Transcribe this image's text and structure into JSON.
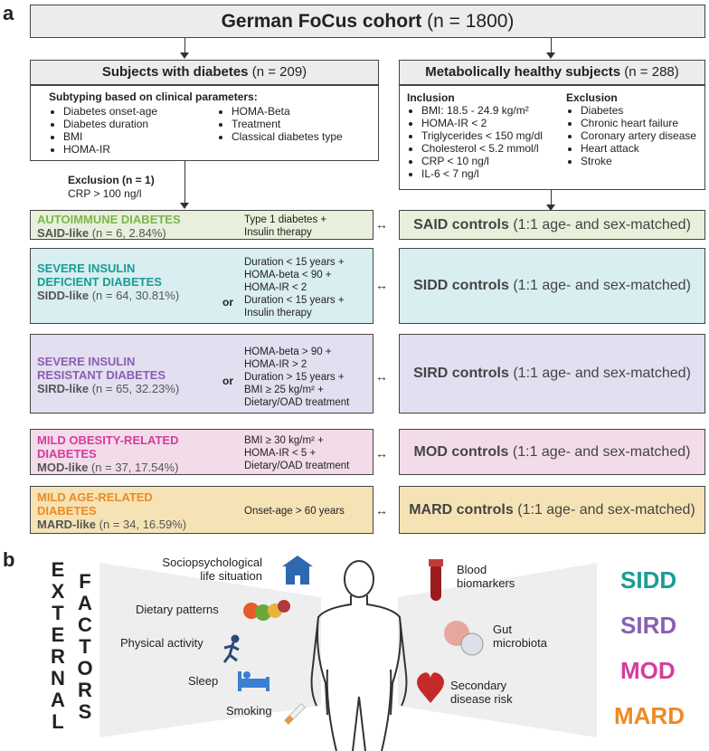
{
  "panel_a": "a",
  "panel_b": "b",
  "cohort": {
    "name": "German FoCus cohort",
    "n": "(n = 1800)"
  },
  "diabetes": {
    "title": "Subjects with diabetes",
    "n": "(n = 209)",
    "subtyping_label": "Subtyping based on clinical parameters:",
    "params_left": [
      "Diabetes onset-age",
      "Diabetes duration",
      "BMI",
      "HOMA-IR"
    ],
    "params_right": [
      "HOMA-Beta",
      "Treatment",
      "Classical diabetes type"
    ]
  },
  "healthy": {
    "title": "Metabolically healthy subjects",
    "n": "(n = 288)",
    "inclusion_label": "Inclusion",
    "inclusion": [
      "BMI: 18.5 - 24.9 kg/m²",
      "HOMA-IR < 2",
      "Triglycerides < 150 mg/dl",
      "Cholesterol < 5.2 mmol/l",
      "CRP < 10 ng/l",
      "IL-6 < 7 ng/l"
    ],
    "exclusion_label": "Exclusion",
    "exclusion": [
      "Diabetes",
      "Chronic heart failure",
      "Coronary artery disease",
      "Heart attack",
      "Stroke"
    ]
  },
  "exclusion_note": {
    "title": "Exclusion (n = 1)",
    "text": "CRP > 100 ng/l"
  },
  "or_label": "or",
  "clusters": [
    {
      "name": "AUTOIMMUNE DIABETES",
      "like": "SAID-like",
      "n": "(n = 6, 2.84%)",
      "color": "#7ab648",
      "bg": "#e8f0dc",
      "criteria": [
        "Type 1 diabetes +",
        "Insulin therapy"
      ],
      "control": "SAID controls",
      "control_sub": "(1:1 age- and sex-matched)"
    },
    {
      "name": "SEVERE INSULIN DEFICIENT DIABETES",
      "like": "SIDD-like",
      "n": "(n = 64, 30.81%)",
      "color": "#1a9c94",
      "bg": "#d9eef0",
      "criteria_a": [
        "Duration < 15 years +",
        "HOMA-beta < 90 +",
        "HOMA-IR < 2"
      ],
      "criteria_b": [
        "Duration < 15 years +",
        "Insulin therapy"
      ],
      "control": "SIDD controls",
      "control_sub": "(1:1 age- and sex-matched)"
    },
    {
      "name": "SEVERE INSULIN RESISTANT DIABETES",
      "like": "SIRD-like",
      "n": "(n = 65, 32.23%)",
      "color": "#8a5fb5",
      "bg": "#e3def0",
      "criteria_a": [
        "HOMA-beta > 90 +",
        "HOMA-IR > 2"
      ],
      "criteria_b": [
        "Duration > 15 years +",
        "BMI ≥ 25 kg/m² +",
        "Dietary/OAD treatment"
      ],
      "control": "SIRD controls",
      "control_sub": "(1:1 age- and sex-matched)"
    },
    {
      "name": "MILD OBESITY-RELATED DIABETES",
      "like": "MOD-like",
      "n": "(n = 37, 17.54%)",
      "color": "#d63c9c",
      "bg": "#f2dcea",
      "criteria": [
        "BMI ≥ 30 kg/m² +",
        "HOMA-IR < 5 +",
        "Dietary/OAD treatment"
      ],
      "control": "MOD controls",
      "control_sub": "(1:1 age- and sex-matched)"
    },
    {
      "name": "MILD AGE-RELATED DIABETES",
      "like": "MARD-like",
      "n": "(n = 34, 16.59%)",
      "color": "#ee8a24",
      "bg": "#f5e3b5",
      "criteria": [
        "Onset-age > 60 years"
      ],
      "control": "MARD controls",
      "control_sub": "(1:1 age- and sex-matched)"
    }
  ],
  "external_factors_letters": {
    "col1": [
      "E",
      "X",
      "T",
      "E",
      "R",
      "N",
      "A",
      "L"
    ],
    "col2": [
      "F",
      "A",
      "C",
      "T",
      "O",
      "R",
      "S"
    ]
  },
  "factors_left": [
    "Sociopsychological life situation",
    "Dietary patterns",
    "Physical activity",
    "Sleep",
    "Smoking"
  ],
  "factors_right": [
    "Blood biomarkers",
    "Gut microbiota",
    "Secondary disease risk"
  ],
  "subtypes": [
    {
      "label": "SIDD",
      "color": "#1a9c94"
    },
    {
      "label": "SIRD",
      "color": "#8a5fb5"
    },
    {
      "label": "MOD",
      "color": "#d63c9c"
    },
    {
      "label": "MARD",
      "color": "#ee8a24"
    }
  ]
}
